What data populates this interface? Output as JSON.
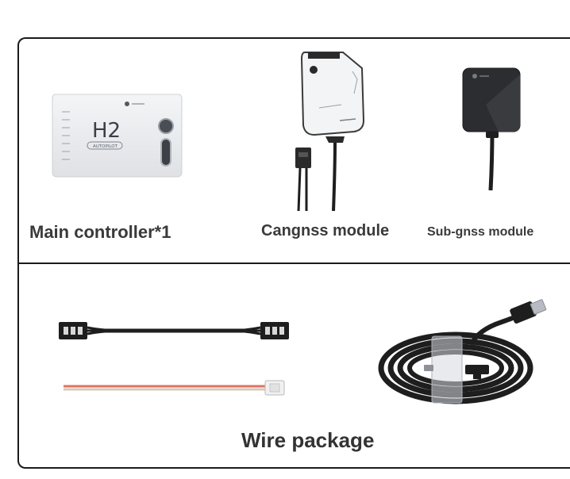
{
  "row1": {
    "items": [
      {
        "label": "Main controller*1",
        "device_text": "H2",
        "device_subtext": "AUTOPILOT"
      },
      {
        "label": "Cangnss module"
      },
      {
        "label": "Sub-gnss module"
      }
    ]
  },
  "row2": {
    "label": "Wire package"
  }
}
